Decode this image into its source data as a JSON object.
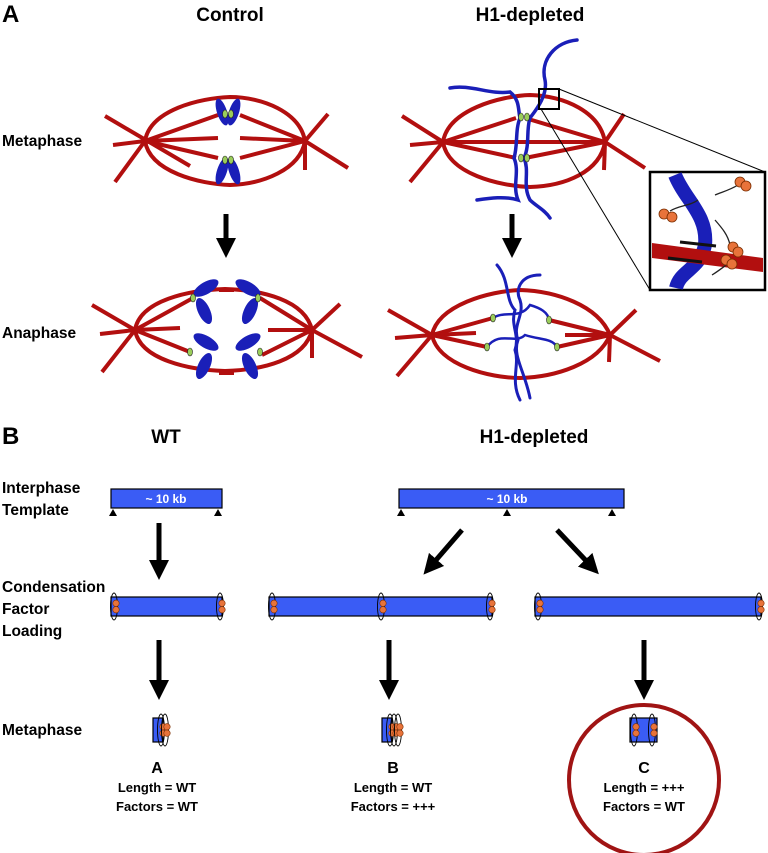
{
  "panel_a": {
    "label": "A",
    "columns": [
      "Control",
      "H1-depleted"
    ],
    "rows": [
      "Metaphase",
      "Anaphase"
    ],
    "inset_icon": "cohesin-microtubule-zoom-inset"
  },
  "panel_b": {
    "label": "B",
    "columns": [
      "WT",
      "H1-depleted"
    ],
    "stages": {
      "interphase": [
        "Interphase",
        "Template"
      ],
      "loading": [
        "Condensation",
        "Factor",
        "Loading"
      ],
      "metaphase": [
        "Metaphase"
      ]
    },
    "template_label": "~ 10 kb",
    "outcomes": [
      {
        "id": "A",
        "length": "Length = WT",
        "factors": "Factors = WT"
      },
      {
        "id": "B",
        "length": "Length = WT",
        "factors": "Factors = +++"
      },
      {
        "id": "C",
        "length": "Length = +++",
        "factors": "Factors = WT"
      }
    ]
  },
  "colors": {
    "microtubule": "#b20f0f",
    "chromatin": "#1a1fb8",
    "kinetochore": "#9acd5a",
    "template_bar": "#3a5cf5",
    "condensin": "#e8733a",
    "highlight_circle": "#a01414"
  }
}
